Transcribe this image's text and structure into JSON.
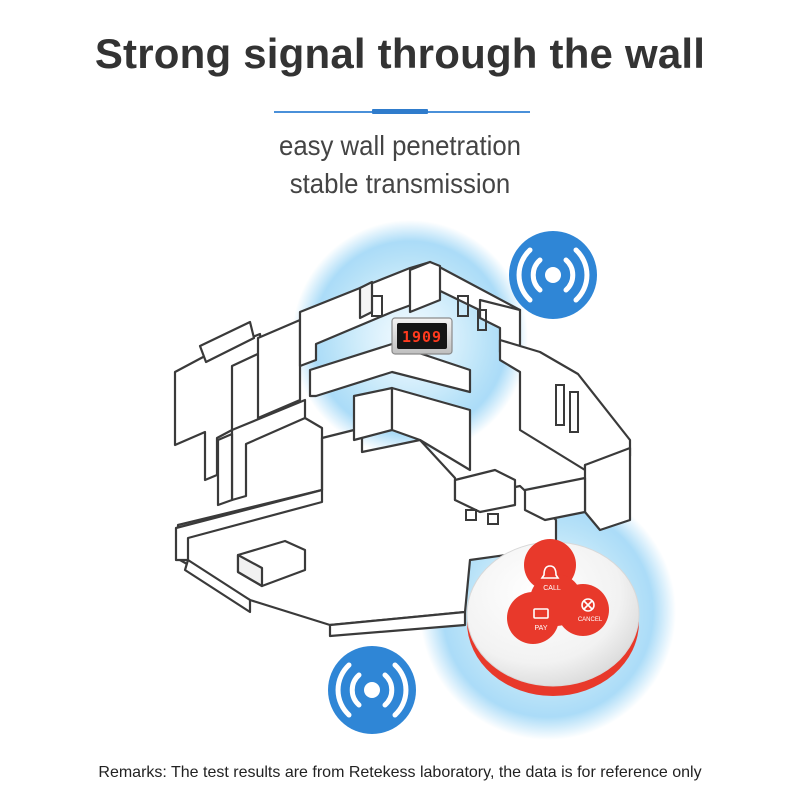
{
  "headline": "Strong signal through the wall",
  "subtitle_line1": "easy wall penetration",
  "subtitle_line2": "stable transmission",
  "display_readout": "1909",
  "pager_buttons": {
    "call": "CALL",
    "pay": "PAY",
    "cancel": "CANCEL"
  },
  "remarks": "Remarks: The test results are from Retekess laboratory, the data is for reference only",
  "colors": {
    "accent_blue": "#2f7ccc",
    "signal_icon_blue": "#2f86d6",
    "glow_blue": "#8fd0f5",
    "button_red": "#e8392b",
    "display_red": "#ff3a1e",
    "text_dark": "#333333"
  },
  "icons": [
    "wireless-signal-icon",
    "bell-icon",
    "card-icon",
    "cancel-x-icon"
  ]
}
